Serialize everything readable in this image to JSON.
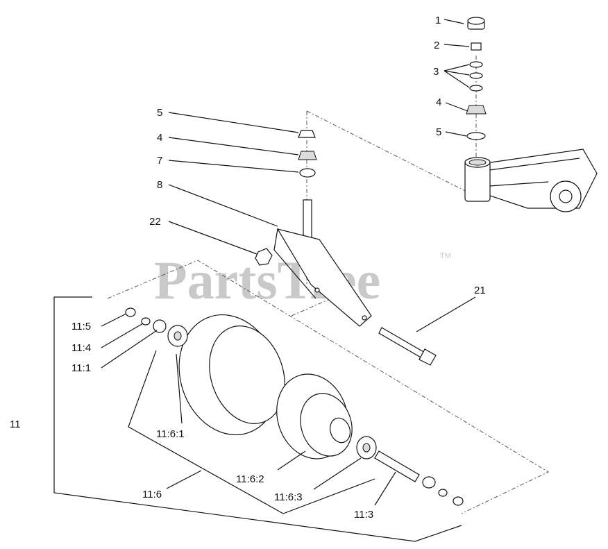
{
  "watermark": {
    "text": "PartsTree",
    "trademark": "TM"
  },
  "callouts": {
    "c1": "1",
    "c2": "2",
    "c3": "3",
    "c4a": "4",
    "c5a": "5",
    "c5b": "5",
    "c4b": "4",
    "c7": "7",
    "c8": "8",
    "c22": "22",
    "c21": "21",
    "c11_5": "11:5",
    "c11_4": "11:4",
    "c11_1": "11:1",
    "c11": "11",
    "c11_6_1": "11:6:1",
    "c11_6_2": "11:6:2",
    "c11_6": "11:6",
    "c11_6_3": "11:6:3",
    "c11_3": "11:3"
  }
}
